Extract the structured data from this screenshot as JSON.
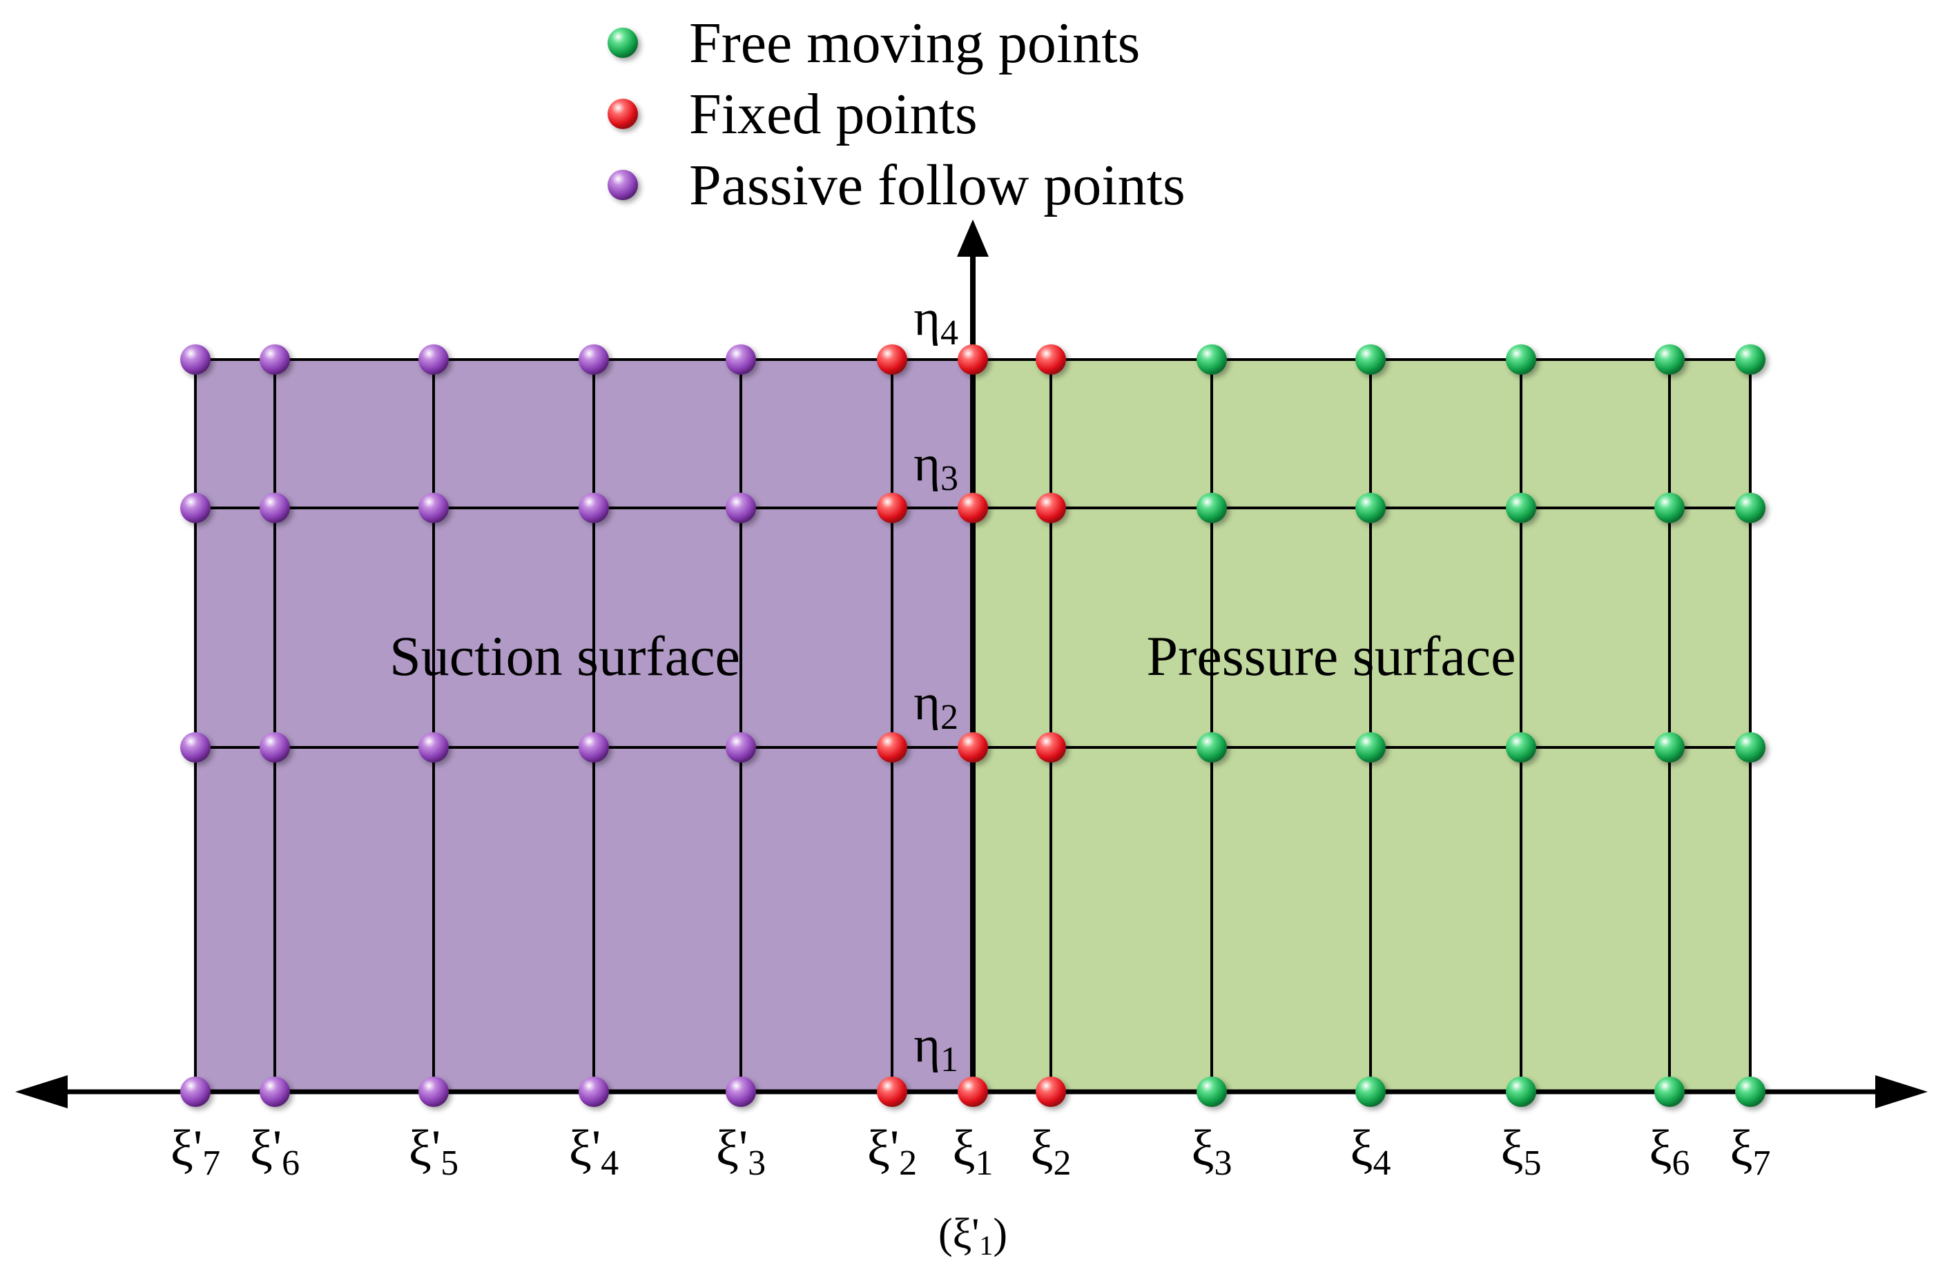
{
  "legend": [
    {
      "key": "free",
      "label": "Free moving points",
      "color": "#22b559"
    },
    {
      "key": "fixed",
      "label": "Fixed points",
      "color": "#ee1c24"
    },
    {
      "key": "passive",
      "label": "Passive follow points",
      "color": "#8e44b5"
    }
  ],
  "regions": {
    "suction": {
      "label": "Suction surface",
      "fill": "#b19ac6"
    },
    "pressure": {
      "label": "Pressure surface",
      "fill": "#c0d89d"
    }
  },
  "xi_labels": [
    {
      "base": "ξ'",
      "sub": "7",
      "type": "passive"
    },
    {
      "base": "ξ'",
      "sub": "6",
      "type": "passive"
    },
    {
      "base": "ξ'",
      "sub": "5",
      "type": "passive"
    },
    {
      "base": "ξ'",
      "sub": "4",
      "type": "passive"
    },
    {
      "base": "ξ'",
      "sub": "3",
      "type": "passive"
    },
    {
      "base": "ξ'",
      "sub": "2",
      "type": "fixed"
    },
    {
      "base": "ξ",
      "sub": "1",
      "type": "fixed"
    },
    {
      "base": "ξ",
      "sub": "2",
      "type": "fixed"
    },
    {
      "base": "ξ",
      "sub": "3",
      "type": "free"
    },
    {
      "base": "ξ",
      "sub": "4",
      "type": "free"
    },
    {
      "base": "ξ",
      "sub": "5",
      "type": "free"
    },
    {
      "base": "ξ",
      "sub": "6",
      "type": "free"
    },
    {
      "base": "ξ",
      "sub": "7",
      "type": "free"
    }
  ],
  "xi1_alias": {
    "open": "(ξ'",
    "sub": "1",
    "close": ")"
  },
  "eta_labels": [
    {
      "base": "η",
      "sub": "1"
    },
    {
      "base": "η",
      "sub": "2"
    },
    {
      "base": "η",
      "sub": "3"
    },
    {
      "base": "η",
      "sub": "4"
    }
  ]
}
